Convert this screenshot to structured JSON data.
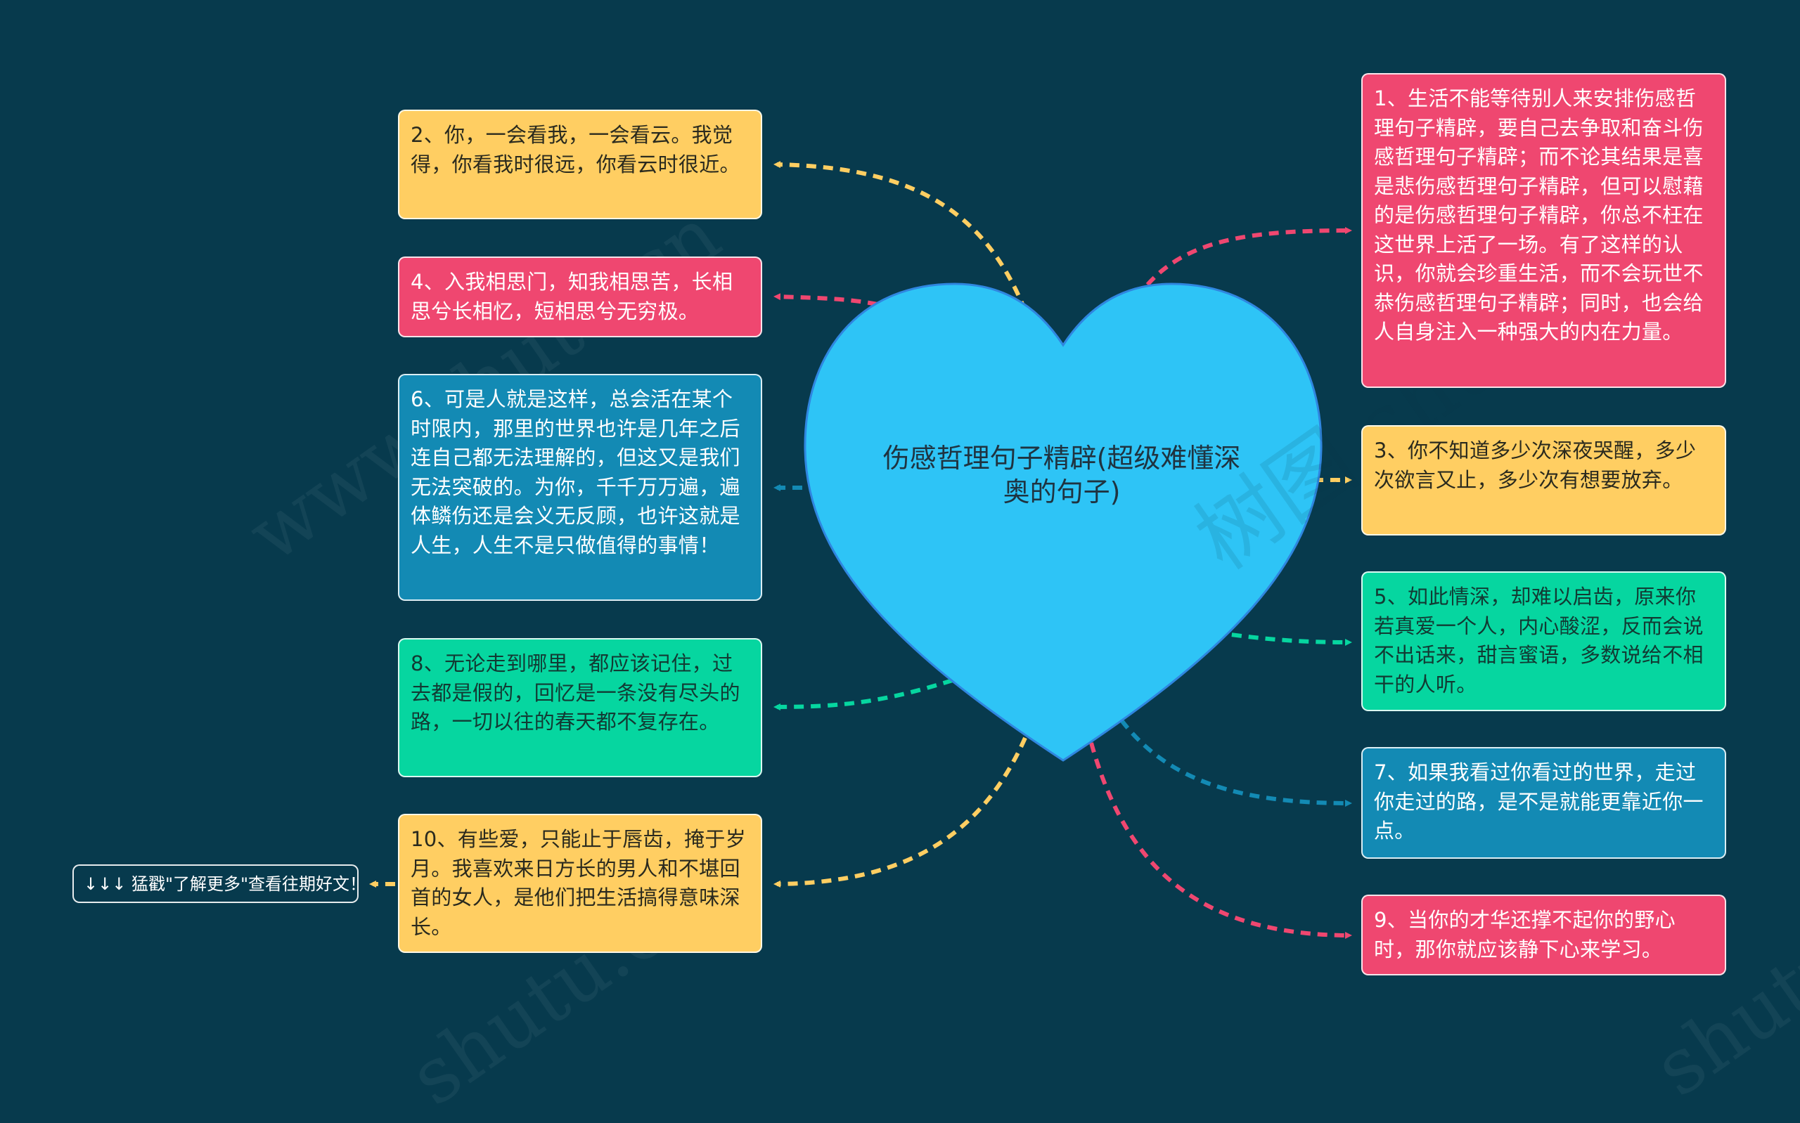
{
  "colors": {
    "background": "#073A4D",
    "heart_fill": "#2EC4F6",
    "heart_stroke": "#2F86E0",
    "yellow": "#FFCE62",
    "pink": "#EF4770",
    "blue": "#138AB4",
    "green": "#06D6A0"
  },
  "center": {
    "title": "伤感哲理句子精辟(超级难懂深奥的句子)",
    "shape": "heart-icon"
  },
  "left_nodes": [
    {
      "id": "2",
      "color": "yellow",
      "text": "2、你，一会看我，一会看云。我觉得，你看我时很远，你看云时很近。"
    },
    {
      "id": "4",
      "color": "pink",
      "text": "4、入我相思门，知我相思苦，长相思兮长相忆，短相思兮无穷极。"
    },
    {
      "id": "6",
      "color": "blue",
      "text": "6、可是人就是这样，总会活在某个时限内，那里的世界也许是几年之后连自己都无法理解的，但这又是我们无法突破的。为你，千千万万遍，遍体鳞伤还是会义无反顾，也许这就是人生，人生不是只做值得的事情！"
    },
    {
      "id": "8",
      "color": "green",
      "text": "8、无论走到哪里，都应该记住，过去都是假的，回忆是一条没有尽头的路，一切以往的春天都不复存在。"
    },
    {
      "id": "10",
      "color": "yellow",
      "text": "10、有些爱，只能止于唇齿，掩于岁月。我喜欢来日方长的男人和不堪回首的女人，是他们把生活搞得意味深长。"
    }
  ],
  "right_nodes": [
    {
      "id": "1",
      "color": "pink",
      "text": "1、生活不能等待别人来安排伤感哲理句子精辟，要自己去争取和奋斗伤感哲理句子精辟；而不论其结果是喜是悲伤感哲理句子精辟，但可以慰藉的是伤感哲理句子精辟，你总不枉在这世界上活了一场。有了这样的认识，你就会珍重生活，而不会玩世不恭伤感哲理句子精辟；同时，也会给人自身注入一种强大的内在力量。"
    },
    {
      "id": "3",
      "color": "yellow",
      "text": "3、你不知道多少次深夜哭醒，多少次欲言又止，多少次有想要放弃。"
    },
    {
      "id": "5",
      "color": "green",
      "text": "5、如此情深，却难以启齿，原来你若真爱一个人，内心酸涩，反而会说不出话来，甜言蜜语，多数说给不相干的人听。"
    },
    {
      "id": "7",
      "color": "blue",
      "text": "7、如果我看过你看过的世界，走过你走过的路，是不是就能更靠近你一点。"
    },
    {
      "id": "9",
      "color": "pink",
      "text": "9、当你的才华还撑不起你的野心时，那你就应该静下心来学习。"
    }
  ],
  "more_link": {
    "text": "↓↓↓ 猛戳\"了解更多\"查看往期好文！"
  },
  "watermarks": [
    "www.shutu.cn",
    "树图 shutu.cn",
    "shutu.cn",
    "shutu.cn"
  ]
}
